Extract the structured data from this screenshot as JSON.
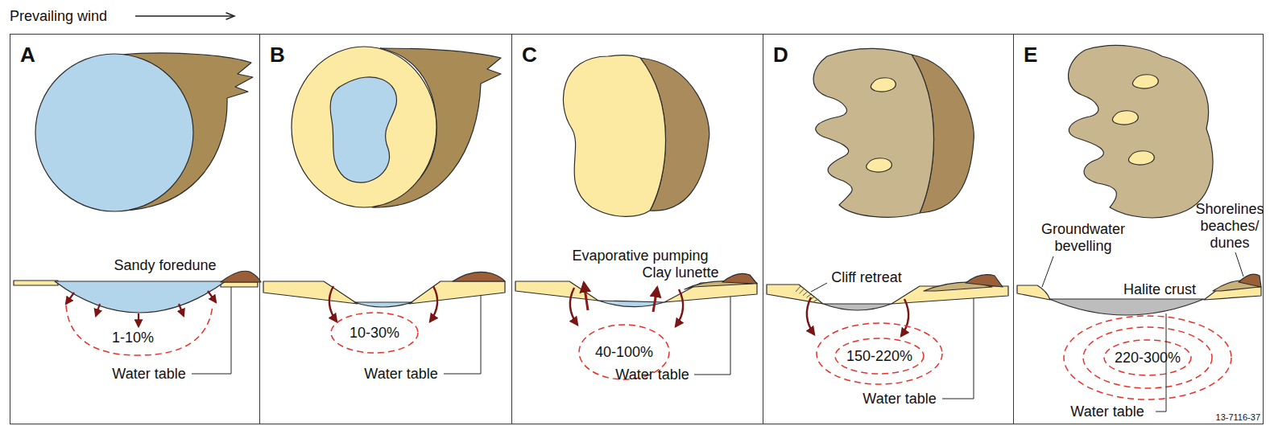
{
  "diagram": {
    "nodes": [
      {
        "text": [
          "A"
        ]
      },
      {
        "text": [
          "B"
        ]
      },
      {
        "text": [
          "C"
        ]
      },
      {
        "text": [
          "D"
        ]
      },
      {
        "text": [
          "E"
        ]
      }
    ],
    "edges": [],
    "labels": [
      "Prevailing wind",
      "Sandy foredune",
      "1-10%",
      "Water table",
      "10-30%",
      "Water table",
      "Evaporative pumping",
      "Clay lunette",
      "40-100%",
      "Water table",
      "Cliff retreat",
      "150-220%",
      "Water table",
      "Groundwater bevelling",
      "Shorelines beaches/ dunes",
      "Halite crust",
      "220-300%",
      "Water table",
      "13-7116-37"
    ]
  }
}
